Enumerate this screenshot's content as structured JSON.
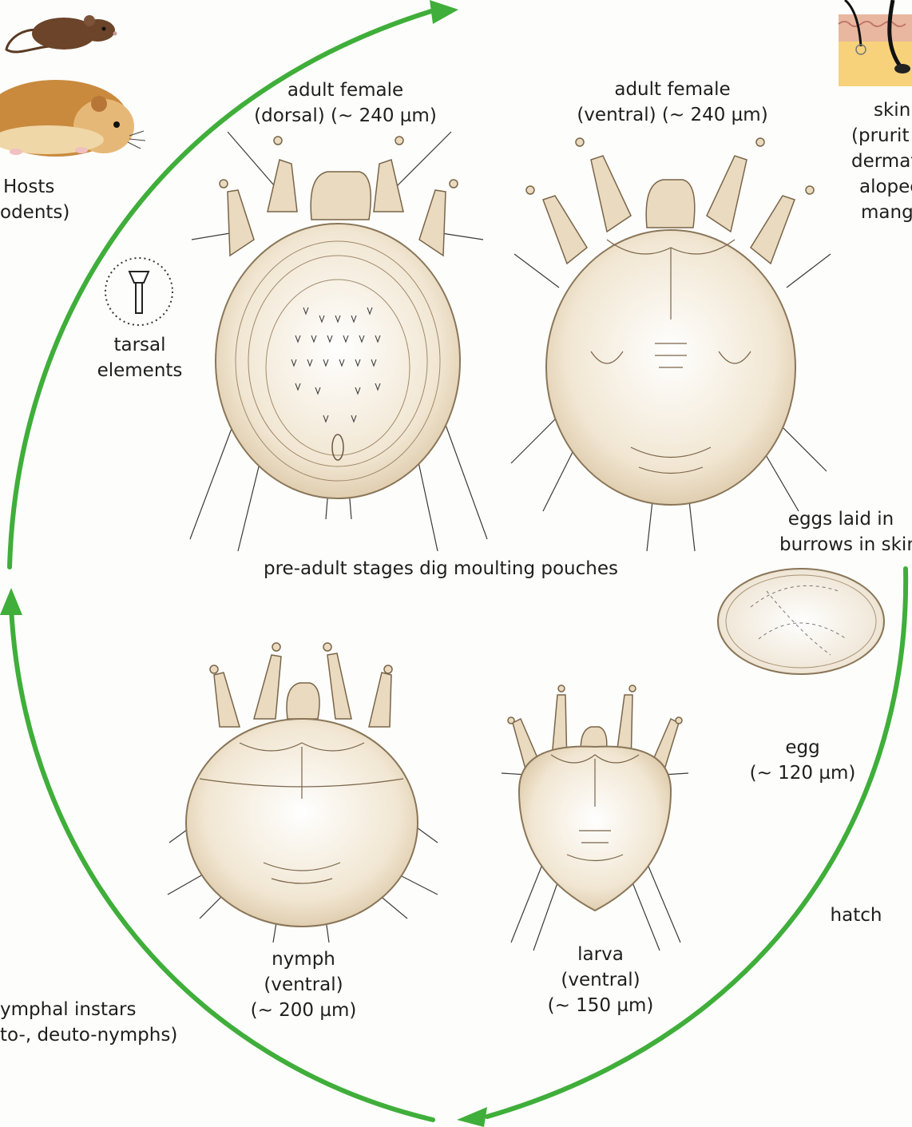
{
  "colors": {
    "arrow": "#3fae3a",
    "body_fill": "#efe4cf",
    "body_edge": "#8a7658",
    "line": "#3a3a3a"
  },
  "hosts": {
    "line1": "Hosts",
    "line2": "odents)"
  },
  "tarsal": {
    "line1": "tarsal",
    "line2": "elements"
  },
  "adult_dorsal": {
    "line1": "adult female",
    "line2": "(dorsal) (~ 240 µm)"
  },
  "adult_ventral": {
    "line1": "adult female",
    "line2": "(ventral) (~ 240 µm)"
  },
  "skin": {
    "line1": "skin",
    "line2": "(prurit",
    "line3": "dermat",
    "line4": "alopec",
    "line5": "mang"
  },
  "eggs_laid": {
    "line1": "eggs laid in",
    "line2": "burrows in skin"
  },
  "pre_adult": "pre-adult stages dig moulting pouches",
  "egg": {
    "line1": "egg",
    "line2": "(~ 120 µm)"
  },
  "hatch": "hatch",
  "nymph": {
    "line1": "nymph",
    "line2": "(ventral)",
    "line3": "(~ 200 µm)"
  },
  "larva": {
    "line1": "larva",
    "line2": "(ventral)",
    "line3": "(~ 150 µm)"
  },
  "instars": {
    "line1": "ymphal instars",
    "line2": "to-, deuto-nymphs)"
  },
  "icons": [
    "mouse-icon",
    "hamster-icon",
    "skin-section-icon",
    "tarsal-element-icon",
    "egg-icon"
  ]
}
